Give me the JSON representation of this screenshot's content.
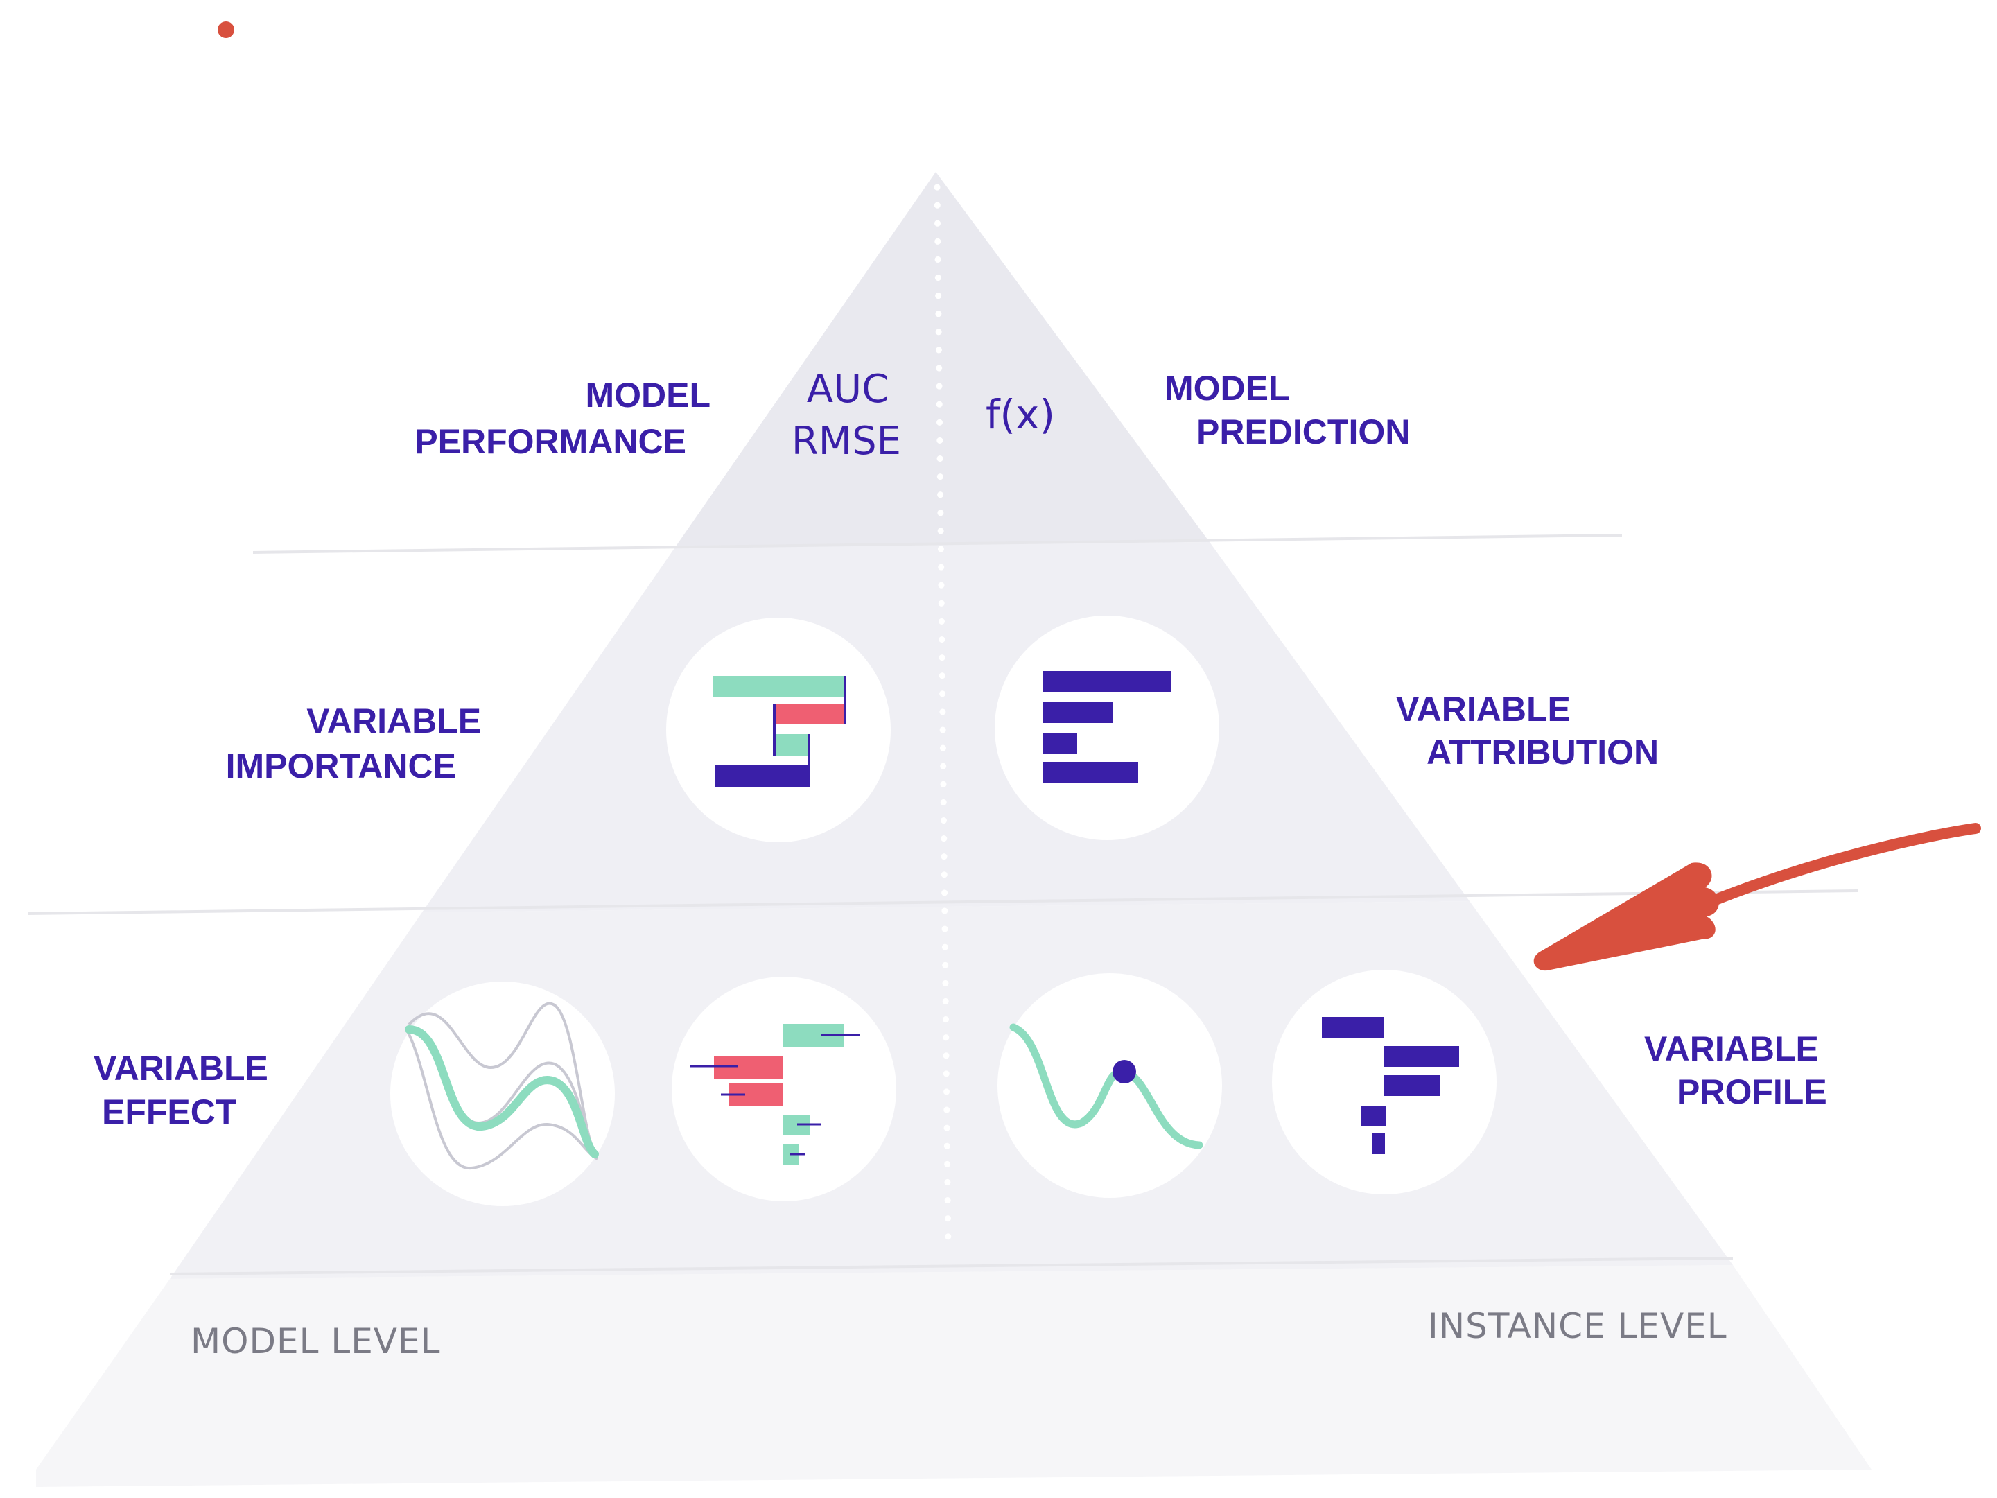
{
  "colors": {
    "primary": "#3a1fa8",
    "green": "#8ddcbf",
    "red": "#ef5f72",
    "gray_line": "#c8c8d2",
    "annotation": "#d8503e",
    "tier_top": "#e9e9ef",
    "tier_mid": "#efeff4",
    "tier_low": "#f1f1f5",
    "tier_base": "#f6f6f8",
    "level_text": "#7b7b86"
  },
  "top": {
    "left_label": [
      "MODEL",
      "PERFORMANCE"
    ],
    "metrics": [
      "AUC",
      "RMSE"
    ],
    "function": "f(x)",
    "right_label": [
      "MODEL",
      "PREDICTION"
    ]
  },
  "middle": {
    "left_label": [
      "VARIABLE",
      "IMPORTANCE"
    ],
    "right_label": [
      "VARIABLE",
      "ATTRIBUTION"
    ],
    "icons": [
      "variable-importance-chart-icon",
      "variable-attribution-chart-icon"
    ]
  },
  "lower": {
    "left_label": [
      "VARIABLE",
      "EFFECT"
    ],
    "right_label": [
      "VARIABLE",
      "PROFILE"
    ],
    "icons": [
      "partial-dependence-curves-icon",
      "break-down-bars-icon",
      "ceteris-paribus-curve-icon",
      "instance-bars-icon"
    ]
  },
  "base": {
    "left_label": "MODEL LEVEL",
    "right_label": "INSTANCE LEVEL"
  },
  "annotations": [
    "red-dot",
    "red-arrow"
  ]
}
